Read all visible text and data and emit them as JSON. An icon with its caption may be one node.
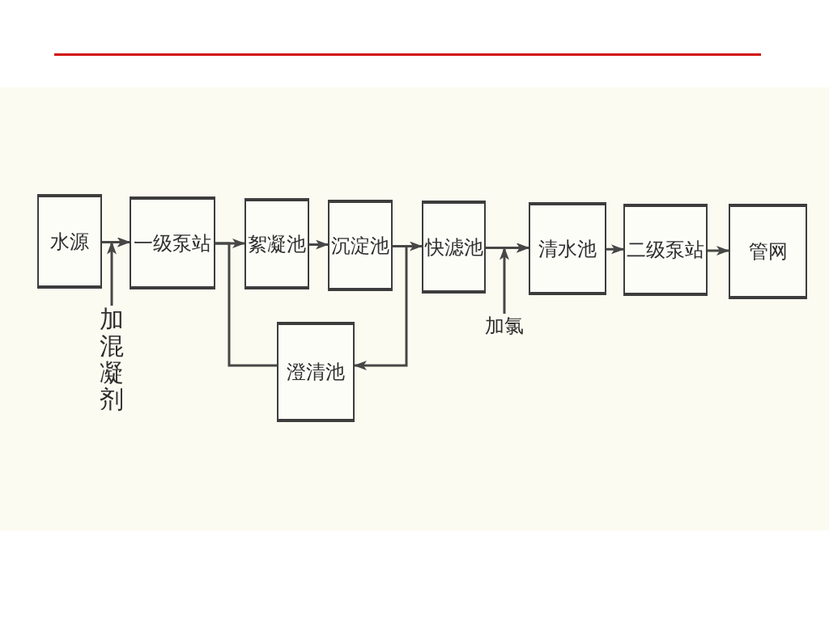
{
  "diagram": {
    "nodes": [
      {
        "text": [
          "水源"
        ]
      },
      {
        "text": [
          "一级泵站"
        ]
      },
      {
        "text": [
          "絮凝池"
        ]
      },
      {
        "text": [
          "沉淀池"
        ]
      },
      {
        "text": [
          "快滤池"
        ]
      },
      {
        "text": [
          "清水池"
        ]
      },
      {
        "text": [
          "二级泵站"
        ]
      },
      {
        "text": [
          "管网"
        ]
      },
      {
        "text": [
          "加混凝剂"
        ]
      },
      {
        "text": [
          "澄清池"
        ]
      },
      {
        "text": [
          "加氯"
        ]
      }
    ],
    "edges": [
      {
        "from": 0,
        "to": 1,
        "arrow": "to"
      },
      {
        "from": 1,
        "to": 2,
        "arrow": "to"
      },
      {
        "from": 2,
        "to": 3,
        "arrow": "to"
      },
      {
        "from": 3,
        "to": 4,
        "arrow": "to"
      },
      {
        "from": 4,
        "to": 5,
        "arrow": "to"
      },
      {
        "from": 5,
        "to": 6,
        "arrow": "to"
      },
      {
        "from": 6,
        "to": 7,
        "arrow": "to"
      },
      {
        "from": 8,
        "to": 1,
        "arrow": "to"
      },
      {
        "from": 1,
        "to": 9,
        "arrow": "none"
      },
      {
        "from": 4,
        "to": 9,
        "arrow": "to"
      },
      {
        "from": 10,
        "to": 5,
        "arrow": "to"
      }
    ]
  }
}
